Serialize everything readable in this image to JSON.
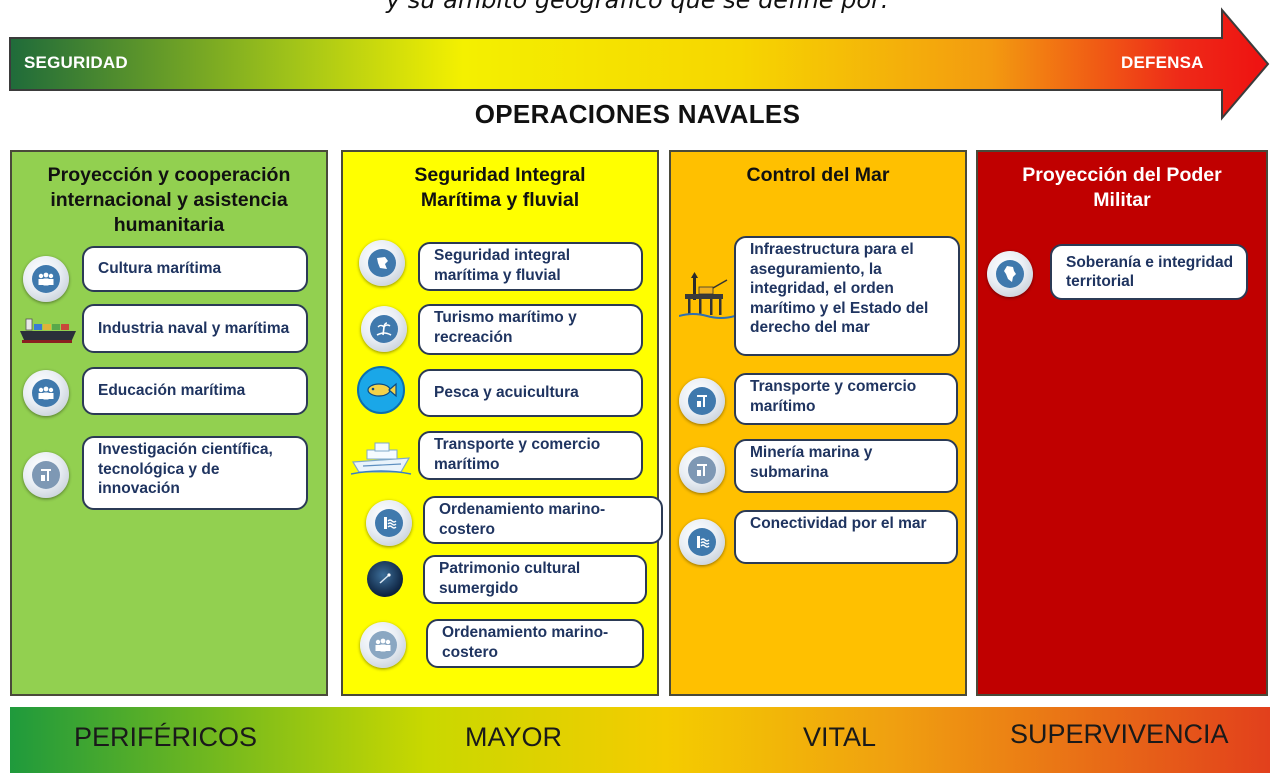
{
  "top_caption": "y su ámbito geográfico que se define por:",
  "arrow": {
    "left_label": "SEGURIDAD",
    "right_label": "DEFENSA"
  },
  "operations_title": "OPERACIONES NAVALES",
  "colors": {
    "col1_bg": "#92d050",
    "col2_bg": "#ffff00",
    "col3_bg": "#ffc000",
    "col4_bg": "#c00000",
    "item_text": "#1f3460",
    "icon_blue": "#3f79ad"
  },
  "columns": [
    {
      "title": "Proyección y cooperación internacional y asistencia humanitaria",
      "items": [
        {
          "label": "Cultura marítima",
          "icon": "people-icon"
        },
        {
          "label": "Industria naval y marítima",
          "icon": "cargo-ship-icon"
        },
        {
          "label": "Educación marítima",
          "icon": "people-icon"
        },
        {
          "label": "Investigación científica, tecnológica y de innovación",
          "icon": "crane-icon"
        }
      ]
    },
    {
      "title": "Seguridad Integral Marítima y fluvial",
      "items": [
        {
          "label": "Seguridad integral marítima y fluvial",
          "icon": "flag-map-icon"
        },
        {
          "label": "Turismo marítimo y recreación",
          "icon": "palm-beach-icon"
        },
        {
          "label": "Pesca y acuicultura",
          "icon": "fish-icon"
        },
        {
          "label": "Transporte y comercio marítimo",
          "icon": "cruise-ship-icon"
        },
        {
          "label": "Ordenamiento marino-costero",
          "icon": "waves-building-icon"
        },
        {
          "label": "Patrimonio cultural sumergido",
          "icon": "shipwreck-icon"
        },
        {
          "label": "Ordenamiento marino-costero",
          "icon": "people-icon"
        }
      ]
    },
    {
      "title": "Control del Mar",
      "items": [
        {
          "label": "Infraestructura para el aseguramiento, la integridad, el orden marítimo y el Estado del derecho del mar",
          "icon": "oil-platform-icon"
        },
        {
          "label": "Transporte y comercio marítimo",
          "icon": "crane-icon"
        },
        {
          "label": "Minería marina y submarina",
          "icon": "crane-icon"
        },
        {
          "label": "Conectividad por el mar",
          "icon": "waves-building-icon"
        }
      ]
    },
    {
      "title": "Proyección del Poder Militar",
      "items": [
        {
          "label": "Soberanía e integridad territorial",
          "icon": "colombia-map-icon"
        }
      ]
    }
  ],
  "bottom_scale": [
    "PERIFÉRICOS",
    "MAYOR",
    "VITAL",
    "SUPERVIVENCIA"
  ]
}
